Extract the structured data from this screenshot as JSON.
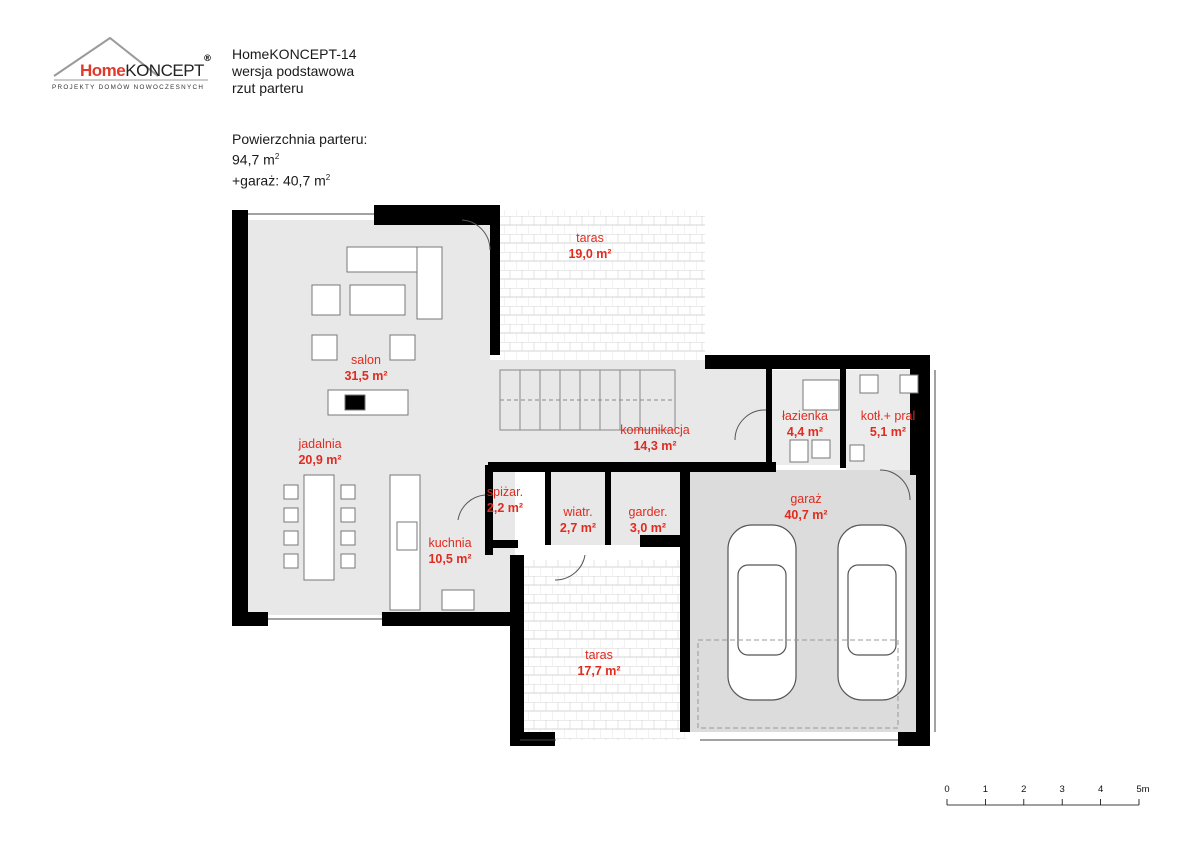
{
  "logo": {
    "brand_home": "Home",
    "brand_koncept": "KONCEPT",
    "registered": "®",
    "tagline": "PROJEKTY DOMÓW NOWOCZESNYCH"
  },
  "title": {
    "project": "HomeKONCEPT-14",
    "version": "wersja podstawowa",
    "view": "rzut parteru"
  },
  "area": {
    "label": "Powierzchnia parteru:",
    "ground": "94,7 m",
    "garage": "+garaż: 40,7 m",
    "sup": "2"
  },
  "rooms": [
    {
      "key": "salon",
      "name": "salon",
      "area": "31,5 m²"
    },
    {
      "key": "jadalnia",
      "name": "jadalnia",
      "area": "20,9 m²"
    },
    {
      "key": "kuchnia",
      "name": "kuchnia",
      "area": "10,5 m²"
    },
    {
      "key": "spizarnia",
      "name": "spiżar.",
      "area": "2,2 m²"
    },
    {
      "key": "wiatrolap",
      "name": "wiatr.",
      "area": "2,7 m²"
    },
    {
      "key": "garderoba",
      "name": "garder.",
      "area": "3,0 m²"
    },
    {
      "key": "komunikacja",
      "name": "komunikacja",
      "area": "14,3 m²"
    },
    {
      "key": "lazienka",
      "name": "łazienka",
      "area": "4,4 m²"
    },
    {
      "key": "kotlownia",
      "name": "kotł.+ pral",
      "area": "5,1 m²"
    },
    {
      "key": "garaz",
      "name": "garaż",
      "area": "40,7 m²"
    },
    {
      "key": "taras_n",
      "name": "taras",
      "area": "19,0 m²"
    },
    {
      "key": "taras_s",
      "name": "taras",
      "area": "17,7 m²"
    }
  ],
  "scale": {
    "ticks": [
      "0",
      "1",
      "2",
      "3",
      "4",
      "5m"
    ]
  },
  "colors": {
    "wall": "#000000",
    "garage_floor": "#dcdcdc",
    "room_label": "#e02b1f",
    "brand_red": "#e23a2a"
  }
}
